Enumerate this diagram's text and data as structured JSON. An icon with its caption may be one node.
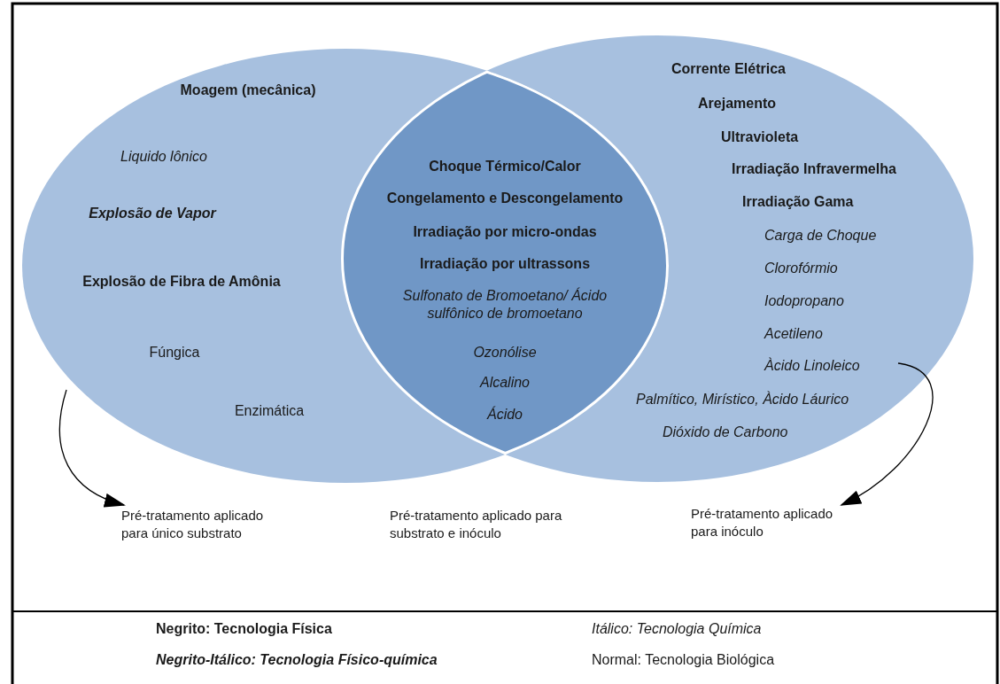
{
  "diagram": {
    "nodes": [
      {
        "text": [
          "Moagem (mecânica)",
          "Liquido lônico",
          "Explosão de Vapor",
          "Explosão de Fibra de Amônia",
          "Fúngica",
          "Enzimática"
        ]
      },
      {
        "text": [
          "Corrente Elétrica",
          "Arejamento",
          "Ultravioleta",
          "Irradiação Infravermelha",
          "Irradiação Gama",
          "Carga de Choque",
          "Clorofórmio",
          "Iodopropano",
          "Acetileno",
          "Àcido Linoleico",
          "Palmítico, Mirístico, Àcido Láurico",
          "Dióxido de Carbono"
        ]
      },
      {
        "text": [
          "Choque Térmico/Calor",
          "Congelamento e Descongelamento",
          "Irradiação por micro-ondas",
          "Irradiação por ultrassons",
          "Sulfonato de Bromoetano/ Ácido sulfônico de bromoetano",
          "Ozonólise",
          "Alcalino",
          "Ácido"
        ]
      },
      {
        "text": [
          "Pré-tratamento aplicado para único substrato"
        ]
      },
      {
        "text": [
          "Pré-tratamento aplicado para inóculo"
        ]
      }
    ],
    "edges": [
      {
        "from": 0,
        "to": 3,
        "arrow": "to"
      },
      {
        "from": 1,
        "to": 4,
        "arrow": "to"
      }
    ],
    "labels": [
      "Pré-tratamento aplicado para substrato e inóculo",
      "Negrito: Tecnologia Física",
      "Itálico: Tecnologia Química",
      "Negrito-Itálico: Tecnologia Físico-química",
      "Normal: Tecnologia Biológica"
    ]
  }
}
